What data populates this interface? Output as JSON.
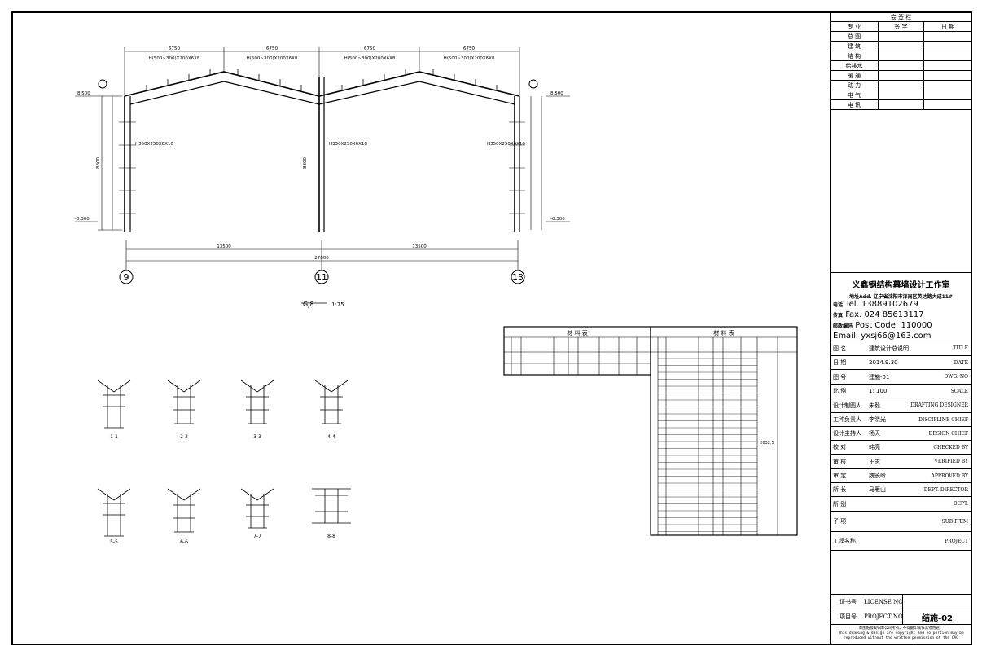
{
  "sign_table": {
    "title": "会 签 栏",
    "headers": [
      "专 业",
      "签 字",
      "日 期"
    ],
    "disciplines": [
      "总 图",
      "建 筑",
      "结 构",
      "给排水",
      "暖 通",
      "动 力",
      "电 气",
      "电 讯"
    ]
  },
  "firm": {
    "name": "义鑫钢结构幕墙设计工作室",
    "address": "地址Add. 辽宁省沈阳市浑南区英达路大成11#",
    "tel_label": "电话",
    "tel": "Tel. 13889102679",
    "fax_label": "传真",
    "fax": "Fax. 024 85613117",
    "post_label": "邮政编码",
    "post": "Post Code: 110000",
    "email": "Email: yxsj66@163.com"
  },
  "info_rows": [
    {
      "label": "图 名",
      "value": "建筑设计总说明",
      "en": "TITLE"
    },
    {
      "label": "日 期",
      "value": "2014.9.30",
      "en": "DATE"
    },
    {
      "label": "图 号",
      "value": "建施-01",
      "en": "DWG. NO"
    },
    {
      "label": "比 例",
      "value": "1: 100",
      "en": "SCALE"
    },
    {
      "label": "设计制图人",
      "value": "朱毅",
      "en": "DRAFTING DESIGNER"
    },
    {
      "label": "工种负责人",
      "value": "李晓光",
      "en": "DISCIPLINE CHIEF"
    },
    {
      "label": "设计主持人",
      "value": "杨天",
      "en": "DESIGN CHIEF"
    },
    {
      "label": "校 对",
      "value": "韩亮",
      "en": "CHECKED BY"
    },
    {
      "label": "审 核",
      "value": "王志",
      "en": "VERIFIED BY"
    },
    {
      "label": "审 定",
      "value": "魏长岭",
      "en": "APPROVED BY"
    },
    {
      "label": "所 长",
      "value": "马雁山",
      "en": "DEPT. DIRECTOR"
    },
    {
      "label": "所 别",
      "value": "",
      "en": "DEPT."
    },
    {
      "label": "子 项",
      "value": "",
      "en": "SUB ITEM"
    },
    {
      "label": "工程名称",
      "value": "",
      "en": "PROJECT"
    }
  ],
  "license": {
    "label": "证书号",
    "en": "LICENSE NO."
  },
  "project_no": {
    "label": "项目号",
    "en": "PROJECT NO.",
    "value": "结施-02"
  },
  "copyright": {
    "cn": "本图纸版权归本公司所有。不得翻印或作其他用途。",
    "en1": "This drawing & design are copyright and no portion may be",
    "en2": "reproduced without the written permission of the CAG"
  },
  "frame_drawing": {
    "span_dims": [
      "6750",
      "6750",
      "6750",
      "6750"
    ],
    "beam_labels": [
      "H(500~300)X200X6X8",
      "H(500~300)X200X6X8",
      "H(500~300)X200X6X8",
      "H(500~300)X200X6X8"
    ],
    "column_labels": [
      "H350X250X6X10",
      "H350X250X6X10",
      "H350X250X6X10"
    ],
    "bay_dims": [
      "13500",
      "13500"
    ],
    "total_dim": "27000",
    "height_dim": "8800",
    "elev_top": "8.500",
    "elev_bottom": "-0.300",
    "axes": [
      "9",
      "11",
      "13"
    ],
    "caption": "GJ8",
    "scale": "1:75"
  },
  "sections": [
    "1-1",
    "2-2",
    "3-3",
    "4-4",
    "5-5",
    "6-6",
    "7-7",
    "8-8"
  ],
  "material_table": {
    "title": "材 料 表",
    "total": "2032.5"
  }
}
